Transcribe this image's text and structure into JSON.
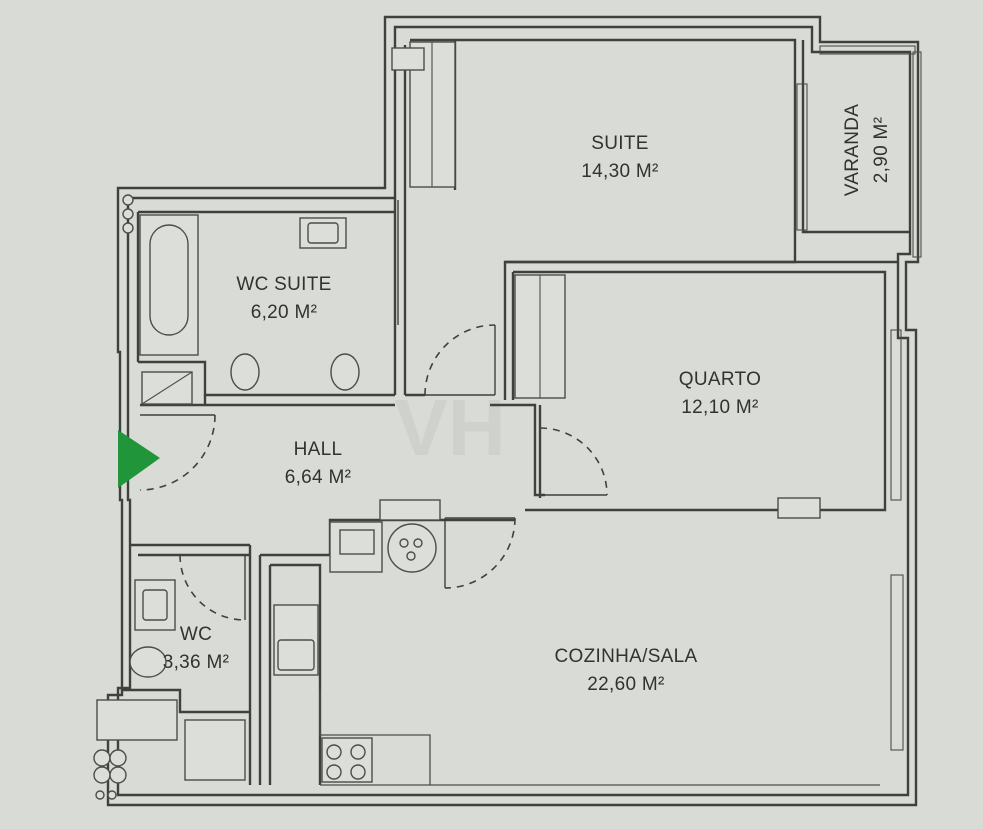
{
  "watermark": "VH",
  "entry_marker_color": "#21953a",
  "rooms": [
    {
      "id": "suite",
      "name": "SUITE",
      "area": "14,30 M²"
    },
    {
      "id": "varanda",
      "name": "VARANDA",
      "area": "2,90 M²"
    },
    {
      "id": "wc-suite",
      "name": "WC SUITE",
      "area": "6,20 M²"
    },
    {
      "id": "quarto",
      "name": "QUARTO",
      "area": "12,10 M²"
    },
    {
      "id": "hall",
      "name": "HALL",
      "area": "6,64 M²"
    },
    {
      "id": "wc",
      "name": "WC",
      "area": "3,36 M²"
    },
    {
      "id": "cozinha-sala",
      "name": "COZINHA/SALA",
      "area": "22,60 M²"
    }
  ]
}
